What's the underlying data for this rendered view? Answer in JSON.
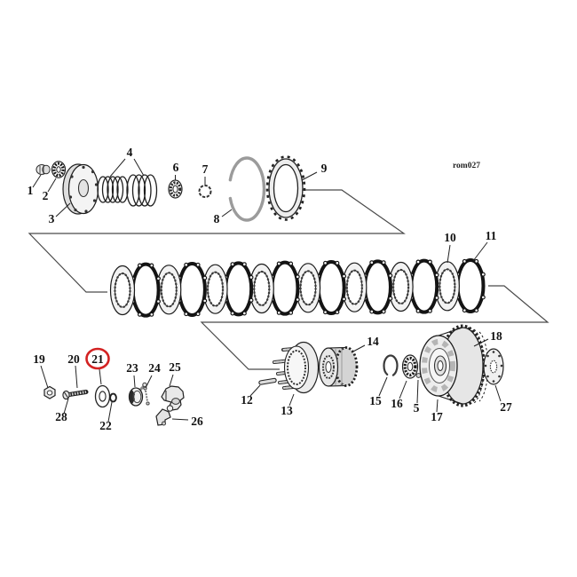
{
  "page": {
    "background": "#ffffff",
    "ref_code": "rom027",
    "line_color": "#222222",
    "highlight_color": "#d32222"
  },
  "highlighted_callout": "21",
  "plate_stack": {
    "plate_count": 16,
    "steel_plate_count": 8,
    "friction_plate_count": 8
  },
  "callouts": {
    "p1": "1",
    "p2": "2",
    "p3": "3",
    "p4": "4",
    "p5": "5",
    "p6": "6",
    "p7": "7",
    "p8": "8",
    "p9": "9",
    "p10": "10",
    "p11": "11",
    "p12": "12",
    "p13": "13",
    "p14": "14",
    "p15": "15",
    "p16": "16",
    "p17": "17",
    "p18": "18",
    "p19": "19",
    "p20": "20",
    "p21": "21",
    "p22": "22",
    "p23": "23",
    "p24": "24",
    "p25": "25",
    "p26": "26",
    "p27": "27",
    "p28": "28"
  }
}
